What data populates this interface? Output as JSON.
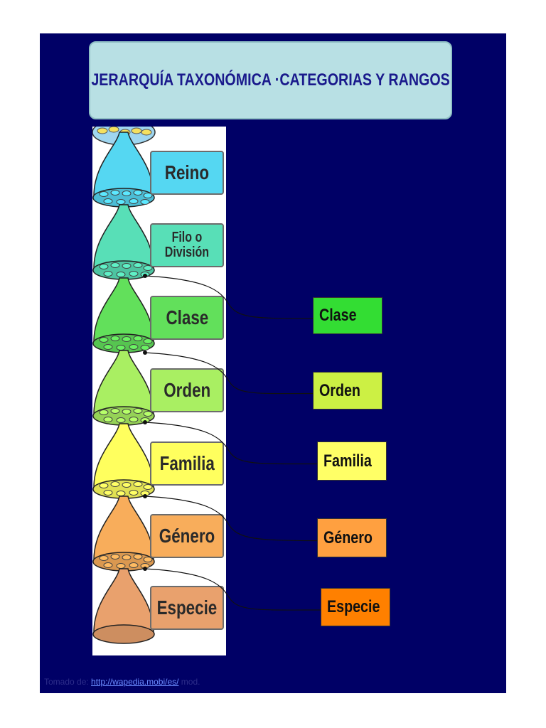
{
  "title": "JERARQUÍA TAXONÓMICA ·CATEGORIAS Y RANGOS",
  "ranks": [
    {
      "label": "Reino",
      "color": "#55d7f2"
    },
    {
      "label": "Filo o División",
      "color": "#58dfb7"
    },
    {
      "label": "Clase",
      "color": "#62e05b"
    },
    {
      "label": "Orden",
      "color": "#a9ef62"
    },
    {
      "label": "Familia",
      "color": "#ffff5e"
    },
    {
      "label": "Género",
      "color": "#f8ad5b"
    },
    {
      "label": "Especie",
      "color": "#e9a16d"
    }
  ],
  "callouts": [
    {
      "label": "Clase",
      "color": "#33dd33"
    },
    {
      "label": "Orden",
      "color": "#ccf044"
    },
    {
      "label": "Familia",
      "color": "#ffff66"
    },
    {
      "label": "Género",
      "color": "#ffa040"
    },
    {
      "label": "Especie",
      "color": "#ff8000"
    }
  ],
  "footer": {
    "prefix": "Tomado de: ",
    "link": "http://wapedia.mobi/es/",
    "suffix": " mod."
  }
}
